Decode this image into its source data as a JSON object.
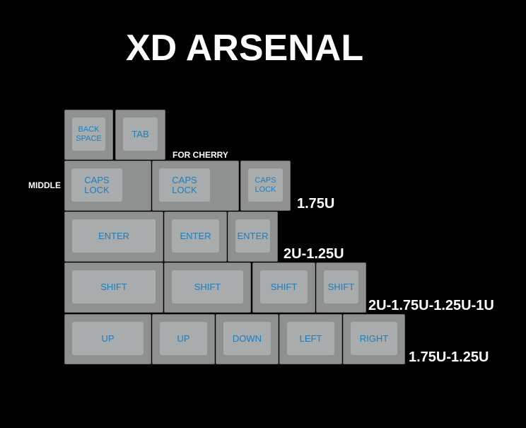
{
  "title": "XD ARSENAL",
  "labels": {
    "for_cherry": "FOR CHERRY",
    "middle": "MIDDLE",
    "row2_size": "1.75U",
    "row3_size": "2U-1.25U",
    "row4_size": "2U-1.75U-1.25U-1U",
    "row5_size": "1.75U-1.25U"
  },
  "keys": {
    "backspace": "BACK\nSPACE",
    "tab": "TAB",
    "caps1": "CAPS\nLOCK",
    "caps2": "CAPS\nLOCK",
    "caps3": "CAPS\nLOCK",
    "enter1": "ENTER",
    "enter2": "ENTER",
    "enter3": "ENTER",
    "shift1": "SHIFT",
    "shift2": "SHIFT",
    "shift3": "SHIFT",
    "shift4": "SHIFT",
    "up1": "UP",
    "up2": "UP",
    "down": "DOWN",
    "left": "LEFT",
    "right": "RIGHT"
  },
  "colors": {
    "background": "#000000",
    "key_base": "#8f9191",
    "key_top": "#a9acac",
    "legend": "#1a7fc0"
  }
}
